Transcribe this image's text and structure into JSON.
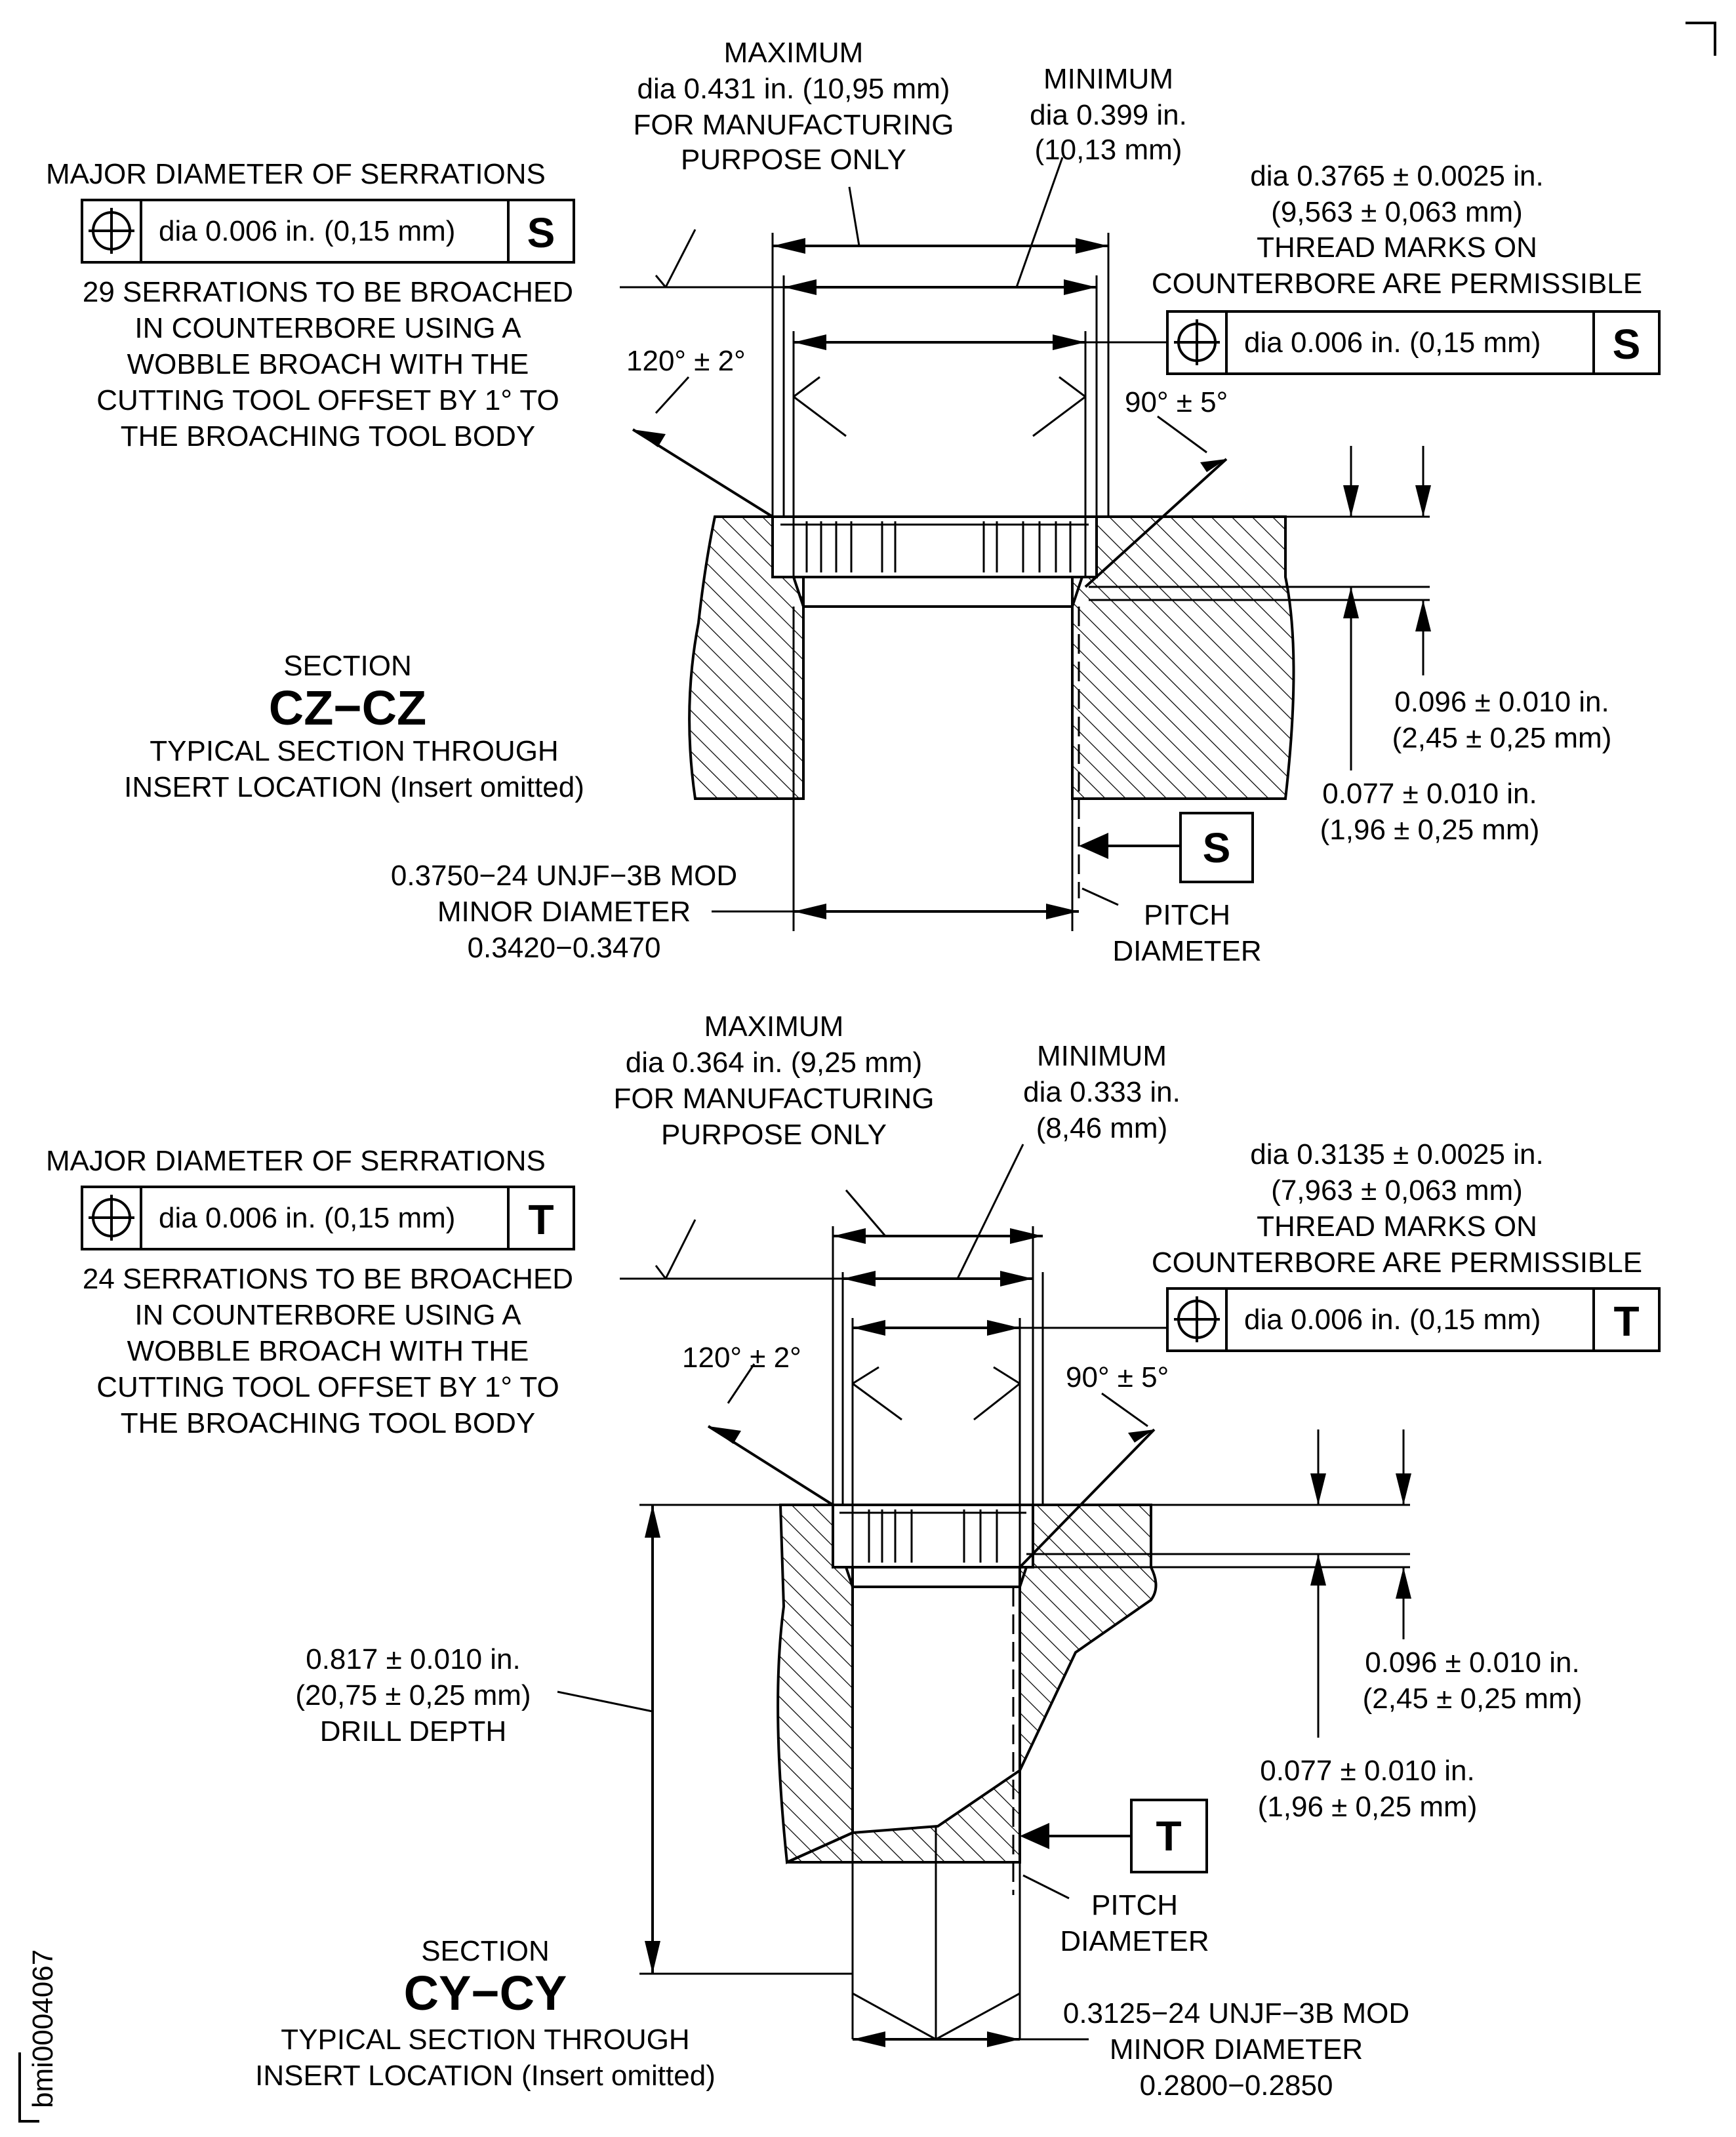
{
  "top": {
    "maximum": [
      "MAXIMUM",
      "dia 0.431 in. (10,95 mm)",
      "FOR MANUFACTURING",
      "PURPOSE ONLY"
    ],
    "minimum": [
      "MINIMUM",
      "dia 0.399 in.",
      "(10,13 mm)"
    ],
    "major_diameter": "MAJOR DIAMETER OF SERRATIONS",
    "fcf_left": {
      "tolerance": "dia 0.006 in. (0,15 mm)",
      "datum": "S"
    },
    "counterbore": [
      "dia 0.3765 ± 0.0025 in.",
      "(9,563 ± 0,063 mm)",
      "THREAD MARKS ON",
      "COUNTERBORE ARE PERMISSIBLE"
    ],
    "fcf_right": {
      "tolerance": "dia 0.006 in. (0,15 mm)",
      "datum": "S"
    },
    "serrations_note": [
      "29 SERRATIONS TO BE BROACHED",
      "IN COUNTERBORE USING A",
      "WOBBLE BROACH WITH THE",
      "CUTTING TOOL OFFSET BY 1° TO",
      "THE BROACHING TOOL BODY"
    ],
    "angle_120": "120° ± 2°",
    "angle_90": "90° ± 5°",
    "section_word": "SECTION",
    "section_name": "CZ−CZ",
    "section_desc": [
      "TYPICAL SECTION THROUGH",
      "INSERT LOCATION (Insert omitted)"
    ],
    "depth_096": [
      "0.096 ± 0.010 in.",
      "(2,45 ± 0,25 mm)"
    ],
    "depth_077": [
      "0.077 ± 0.010 in.",
      "(1,96 ± 0,25 mm)"
    ],
    "datum_box": "S",
    "thread_spec": [
      "0.3750−24 UNJF−3B MOD",
      "MINOR DIAMETER",
      "0.3420−0.3470"
    ],
    "pitch": [
      "PITCH",
      "DIAMETER"
    ]
  },
  "bottom": {
    "maximum": [
      "MAXIMUM",
      "dia 0.364 in. (9,25 mm)",
      "FOR MANUFACTURING",
      "PURPOSE ONLY"
    ],
    "minimum": [
      "MINIMUM",
      "dia 0.333 in.",
      "(8,46 mm)"
    ],
    "major_diameter": "MAJOR DIAMETER OF SERRATIONS",
    "fcf_left": {
      "tolerance": "dia 0.006 in. (0,15 mm)",
      "datum": "T"
    },
    "counterbore": [
      "dia 0.3135 ± 0.0025 in.",
      "(7,963 ± 0,063 mm)",
      "THREAD MARKS ON",
      "COUNTERBORE ARE PERMISSIBLE"
    ],
    "fcf_right": {
      "tolerance": "dia 0.006 in. (0,15 mm)",
      "datum": "T"
    },
    "serrations_note": [
      "24 SERRATIONS TO BE BROACHED",
      "IN COUNTERBORE USING A",
      "WOBBLE BROACH WITH THE",
      "CUTTING TOOL OFFSET BY 1° TO",
      "THE BROACHING TOOL BODY"
    ],
    "angle_120": "120° ± 2°",
    "angle_90": "90° ± 5°",
    "drill_depth": [
      "0.817 ± 0.010 in.",
      "(20,75 ± 0,25 mm)",
      "DRILL DEPTH"
    ],
    "depth_096": [
      "0.096 ± 0.010 in.",
      "(2,45 ± 0,25 mm)"
    ],
    "depth_077": [
      "0.077 ± 0.010 in.",
      "(1,96 ± 0,25 mm)"
    ],
    "datum_box": "T",
    "pitch": [
      "PITCH",
      "DIAMETER"
    ],
    "section_word": "SECTION",
    "section_name": "CY−CY",
    "section_desc": [
      "TYPICAL SECTION THROUGH",
      "INSERT LOCATION (Insert omitted)"
    ],
    "thread_spec": [
      "0.3125−24 UNJF−3B MOD",
      "MINOR DIAMETER",
      "0.2800−0.2850"
    ]
  },
  "figure_id": "bmi0004067"
}
